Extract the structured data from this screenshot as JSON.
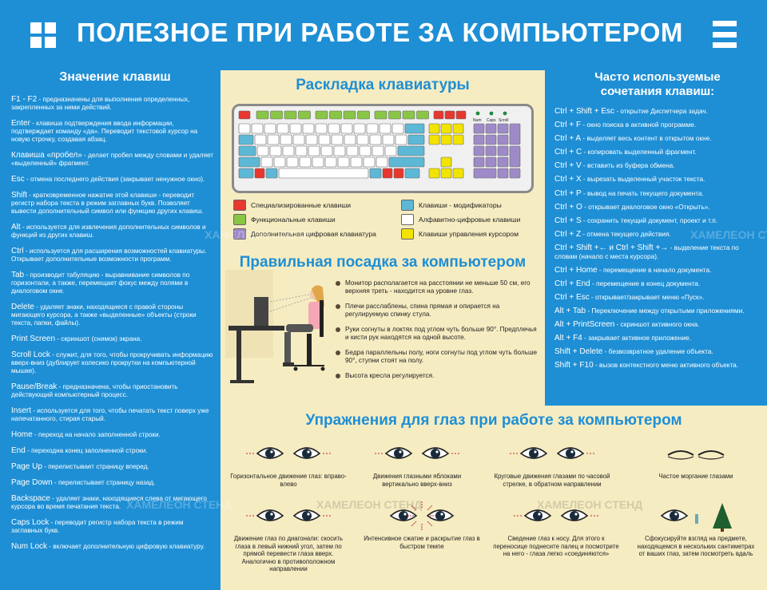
{
  "title": "ПОЛЕЗНОЕ ПРИ РАБОТЕ ЗА КОМПЬЮТЕРОМ",
  "watermark": "ХАМЕЛЕОН СТЕНД",
  "keys_section": {
    "heading": "Значение клавиш",
    "items": [
      {
        "key": "F1 - F2",
        "desc": " - предназначены для выполнения определенных, закрепленных за ними действий."
      },
      {
        "key": "Enter",
        "desc": " - клавиша подтверждения ввода информации, подтверждает команду «да». Переводит текстовой курсор на новую строчку, создавая абзац."
      },
      {
        "key": "Клавиша «пробел»",
        "desc": " - делает пробел между словами и удаляет «выделенный» фрагмент."
      },
      {
        "key": "Esc",
        "desc": " - отмена последнего действия (закрывает ненужное окно)."
      },
      {
        "key": "Shift",
        "desc": " - кратковременное нажатие этой клавиши - переводит регистр набора текста в режим заглавных букв. Позволяет вывести дополнительный символ или функцию других клавиш."
      },
      {
        "key": "Alt",
        "desc": " - используется для извлечения дополнительных символов и функций из других клавиш."
      },
      {
        "key": "Ctrl",
        "desc": " - используется для расширения возможностей клавиатуры. Открывает дополнительные возможности программ."
      },
      {
        "key": "Tab",
        "desc": " - производит табуляцию - выравнивание символов по горизонтали, а также, перемещает фокус между полями в диалоговом окне."
      },
      {
        "key": "Delete",
        "desc": " - удаляет знаки, находящиеся с правой стороны мигающего курсора, а также «выделенные» объекты (строки текста, папки, файлы)."
      },
      {
        "key": "Print Screen",
        "desc": " - скриншот (снимок) экрана."
      },
      {
        "key": "Scroll Lock",
        "desc": " - служит, для того, чтобы прокручивать информацию вверх-вниз (дублирует колесико прокрутки на компьютерной мышке)."
      },
      {
        "key": "Pause/Break",
        "desc": " - предназначена, чтобы приостановить действующий компьютерный процесс."
      },
      {
        "key": "Insert",
        "desc": " - используется для того, чтобы печатать текст поверх уже напечатанного, стирая старый."
      },
      {
        "key": "Home",
        "desc": " - переход на начало заполненной строки."
      },
      {
        "key": "End",
        "desc": " - переходна конец заполненной строки."
      },
      {
        "key": "Page Up",
        "desc": " - перелистывает страницу вперед."
      },
      {
        "key": "Page Down",
        "desc": " - перелистывает страницу назад."
      },
      {
        "key": "Backspace",
        "desc": " - удаляет знаки, находящиеся слева от мигающего курсора во время печатания текста."
      },
      {
        "key": "Caps Lock",
        "desc": " - переводит регистр набора текста в режим заглавных букв."
      },
      {
        "key": "Num Lock",
        "desc": " - включает дополнительную цифровую клавиатуру."
      }
    ]
  },
  "keyboard_section": {
    "heading": "Раскладка клавиатуры",
    "indicators": [
      "Num",
      "Caps",
      "Scroll"
    ],
    "legend": [
      {
        "label": "Специализированные клавиши",
        "color": "#e7372f"
      },
      {
        "label": "Клавиши - модификаторы",
        "color": "#5db8d6"
      },
      {
        "label": "Функциональные клавиши",
        "color": "#8ac646"
      },
      {
        "label": "Алфавитно-цифровые клавиши",
        "color": "#ffffff"
      },
      {
        "label": "Дополнительная цифровая клавиатура",
        "color": "#9e8ac8"
      },
      {
        "label": "Клавиши управления курсором",
        "color": "#f2e400"
      }
    ]
  },
  "posture_section": {
    "heading": "Правильная посадка за компьютером",
    "tips": [
      "Монитор располагается на расстоянии не меньше 50 см, его верхняя треть - находится на уровне глаз.",
      "Плечи расслаблены, спина прямая и опирается на регулируемую спинку стула.",
      "Руки согнуты в локтях под углом чуть больше 90°. Предплечья и кисти рук находятся на одной высоте.",
      "Бедра параллельны полу, ноги согнуты под углом чуть больше 90°, ступни стоят на полу.",
      "Высота кресла регулируется."
    ]
  },
  "combos_section": {
    "heading_line1": "Часто используемые",
    "heading_line2": "сочетания клавиш:",
    "items": [
      {
        "key": "Ctrl + Shift + Esc",
        "desc": " - открытие Диспетчера задач."
      },
      {
        "key": "Ctrl + F",
        "desc": " - окно поиска в активной программе."
      },
      {
        "key": "Ctrl + A",
        "desc": " - выделяет весь контент в открытом окне."
      },
      {
        "key": "Ctrl + C",
        "desc": " - копировать выделенный фрагмент."
      },
      {
        "key": "Ctrl + V",
        "desc": " - вставить из буфера обмена."
      },
      {
        "key": "Ctrl + X",
        "desc": " - вырезать выделенный участок текста."
      },
      {
        "key": "Ctrl + P",
        "desc": " - вывод на печать текущего документа."
      },
      {
        "key": "Ctrl + O",
        "desc": " - открывает диалоговое окно «Открыть»."
      },
      {
        "key": "Ctrl + S",
        "desc": " - сохранить текущий документ, проект и т.п."
      },
      {
        "key": "Ctrl + Z",
        "desc": " - отмена текущего действия."
      },
      {
        "key": "Ctrl + Shift +← и Ctrl + Shift +→",
        "desc": " - выделение текста по словам (начало с места курсора)."
      },
      {
        "key": "Ctrl + Home",
        "desc": " - перемещение в начало документа."
      },
      {
        "key": "Ctrl + End",
        "desc": " - перемещение в конец документа."
      },
      {
        "key": "Ctrl + Esc",
        "desc": " - открывает/закрывает меню «Пуск»."
      },
      {
        "key": "Alt + Tab",
        "desc": " - Переключение между открытыми приложениями."
      },
      {
        "key": "Alt + PrintScreen",
        "desc": " - скриншот активного окна."
      },
      {
        "key": "Alt + F4",
        "desc": " - закрывает активное приложение."
      },
      {
        "key": "Shift + Delete",
        "desc": " - безвозвратное удаление объекта."
      },
      {
        "key": "Shift + F10",
        "desc": " - вызов контекстного меню активного объекта."
      }
    ]
  },
  "eyes_section": {
    "heading": "Упражнения для глаз при работе за компьютером",
    "items": [
      "Горизонтальное движение глаз: вправо-влево",
      "Движения глазными яблоками вертикально вверх-вниз",
      "Круговые движения глазами по часовой стрелке, в обратном направлении",
      "Частое моргание глазами",
      "Движение глаз по диагонали: скосить глаза в левый нижний угол, затем по прямой перевести глаза вверх. Аналогично в противоположном направлении",
      "Интенсивное сжатие и раскрытие глаз в быстром темпе",
      "Сведение глаз к носу. Для этого к переносице поднесите палец и посмотрите на него - глаза легко «соединяются»",
      "Сфокусируйте взгляд на предмете, находящемся в нескольких сантиметрах от ваших глаз, затем посмотреть вдаль"
    ]
  }
}
